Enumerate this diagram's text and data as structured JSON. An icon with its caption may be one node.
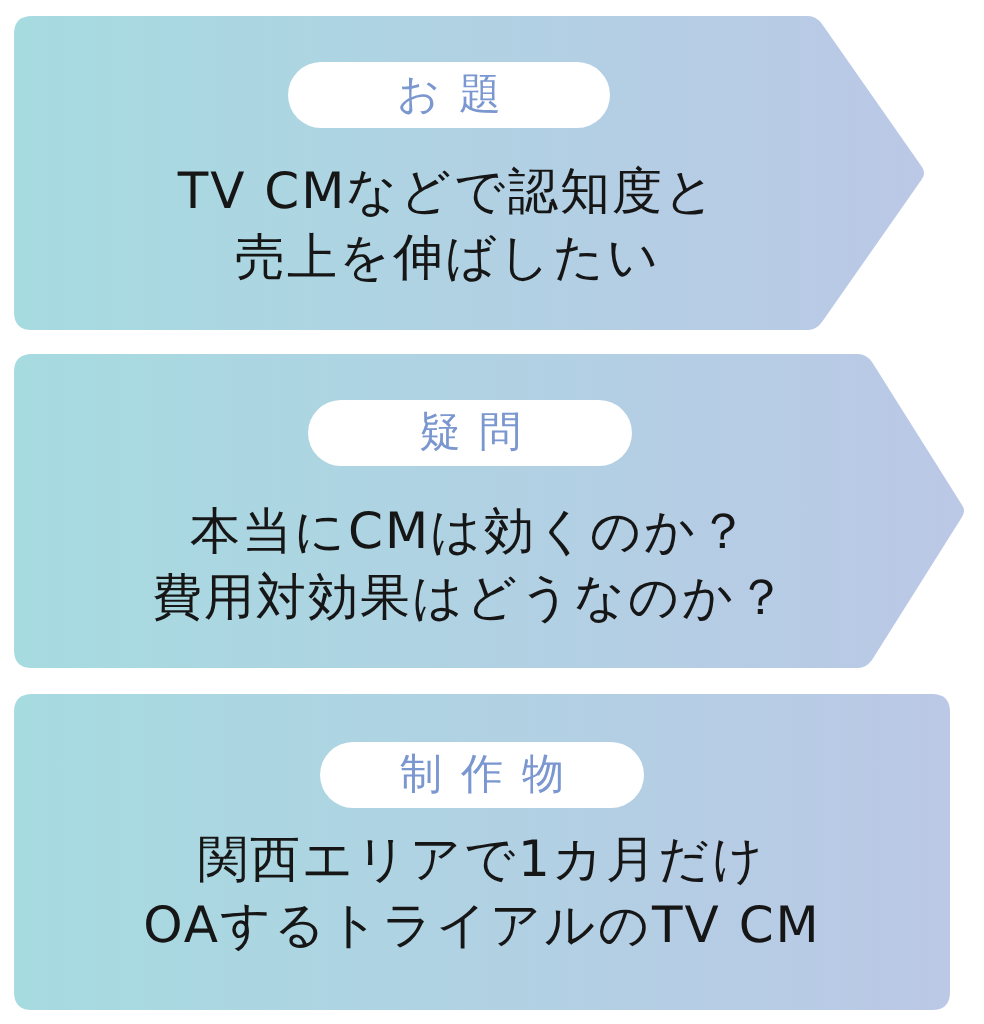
{
  "diagram": {
    "nodes": [
      {
        "text": [
          "TV CMなどで認知度と売上を伸ばしたい"
        ]
      },
      {
        "text": [
          "お題"
        ],
        "in": 0
      },
      {
        "text": [
          "本当にCMは効くのか？費用対効果はどうなのか？"
        ]
      },
      {
        "text": [
          "疑問"
        ],
        "in": 2
      },
      {
        "text": [
          "関西エリアで1カ月だけOAするトライアルのTV CM"
        ]
      },
      {
        "text": [
          "制作物"
        ],
        "in": 4
      }
    ]
  }
}
